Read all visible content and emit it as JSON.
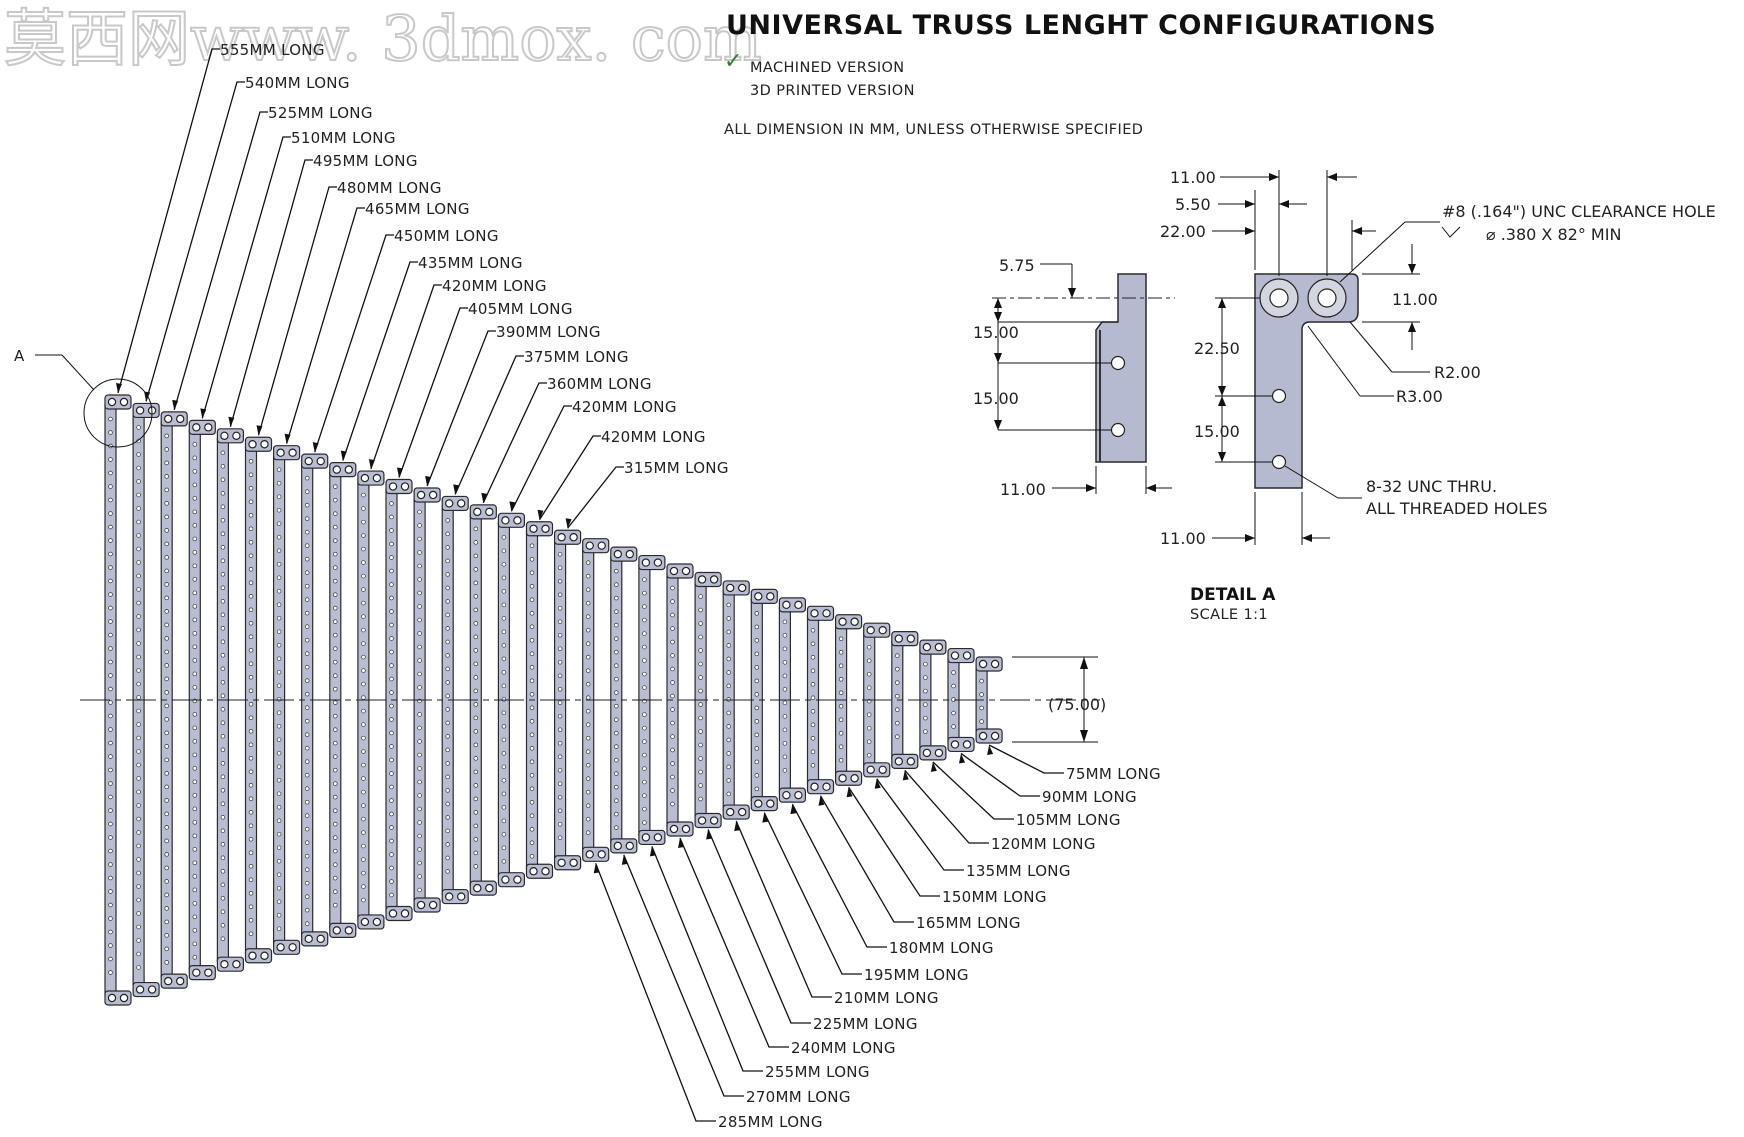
{
  "title": "UNIVERSAL TRUSS LENGHT CONFIGURATIONS",
  "watermark": "莫西网www. 3dmox. com",
  "legend": [
    {
      "check": "✓",
      "label": "MACHINED VERSION",
      "checked": true
    },
    {
      "check": "",
      "label": "3D PRINTED VERSION",
      "checked": false
    }
  ],
  "note": "ALL DIMENSION IN MM, UNLESS OTHERWISE SPECIFIED",
  "colors": {
    "part": "#b9bdd3",
    "check": "#2e7d32",
    "ink": "#111111"
  },
  "truss_lengths": {
    "top_labels": [
      "555MM LONG",
      "540MM LONG",
      "525MM LONG",
      "510MM LONG",
      "495MM LONG",
      "480MM LONG",
      "465MM LONG",
      "450MM LONG",
      "435MM LONG",
      "420MM LONG",
      "405MM LONG",
      "390MM LONG",
      "375MM LONG",
      "360MM LONG",
      "420MM LONG",
      "420MM LONG",
      "315MM LONG"
    ],
    "bottom_labels": [
      "285MM LONG",
      "270MM LONG",
      "255MM LONG",
      "240MM LONG",
      "225MM LONG",
      "210MM LONG",
      "195MM LONG",
      "180MM LONG",
      "165MM LONG",
      "150MM LONG",
      "135MM LONG",
      "120MM LONG",
      "105MM LONG",
      "90MM LONG",
      "75MM LONG"
    ],
    "spacing_label": "(75.00)"
  },
  "detail_marker": "A",
  "detail": {
    "title": "DETAIL A",
    "scale": "SCALE 1:1",
    "side_dims": [
      "5.75",
      "15.00",
      "15.00",
      "11.00"
    ],
    "front_dims": {
      "top": [
        "11.00",
        "5.50",
        "22.00"
      ],
      "right_top": "11.00",
      "left": [
        "22.50",
        "15.00"
      ],
      "bottom": "11.00",
      "r_small": "R2.00",
      "r_large": "R3.00"
    },
    "callouts": {
      "clearance_line1": "#8 (.164\") UNC CLEARANCE HOLE",
      "clearance_line2": "⌀ .380 X 82° MIN",
      "thread_line1": "8-32 UNC  THRU.",
      "thread_line2": "ALL THREADED HOLES"
    }
  }
}
